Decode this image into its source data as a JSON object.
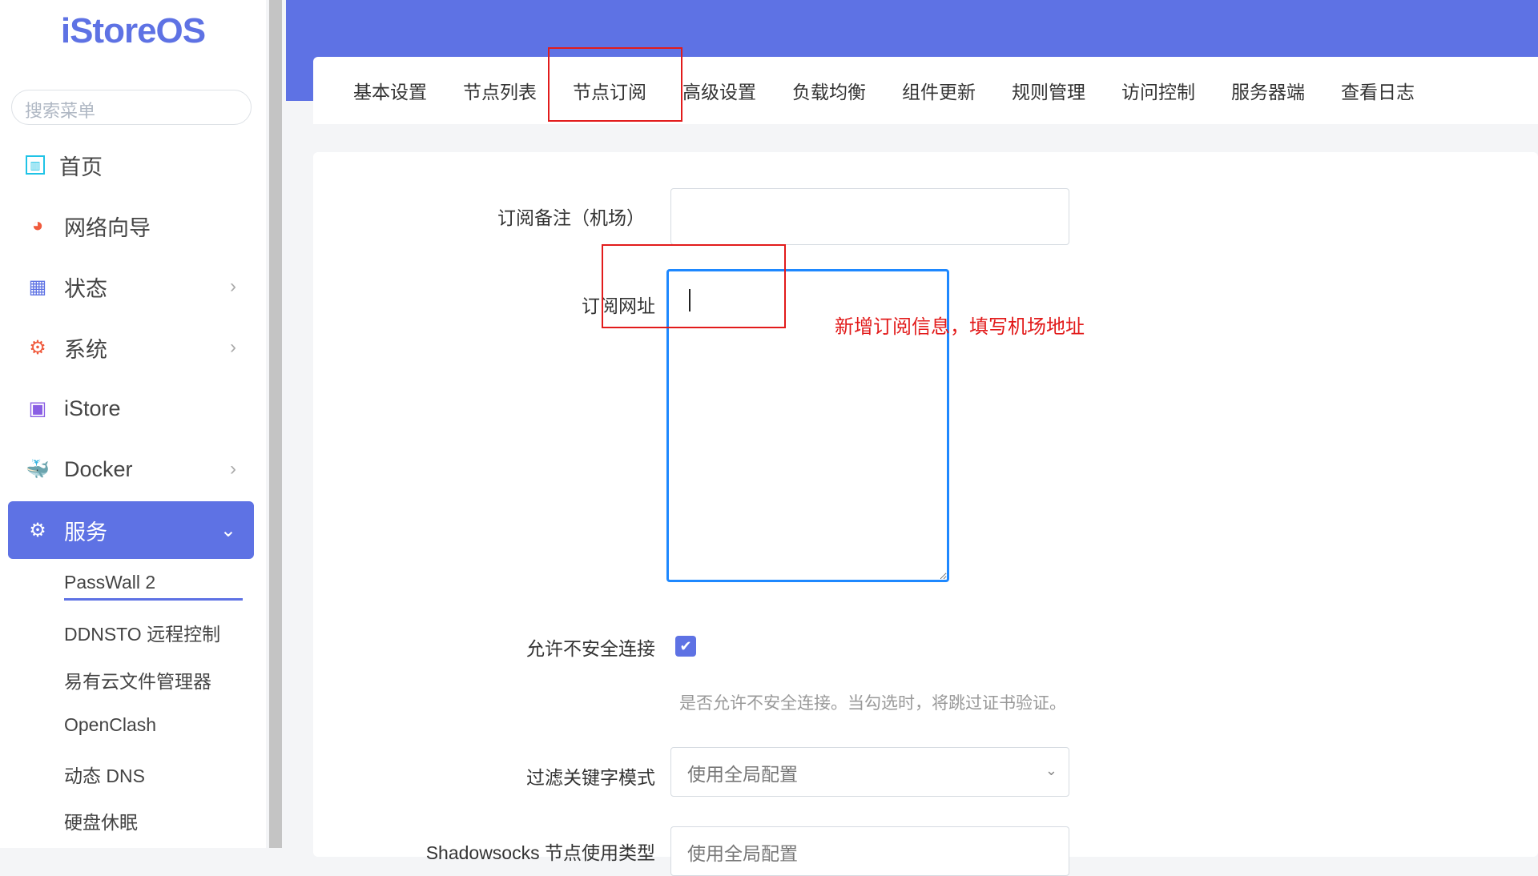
{
  "brand": "iStoreOS",
  "sidebar": {
    "search_placeholder": "搜索菜单",
    "items": [
      {
        "label": "首页",
        "icon": "dashboard-icon"
      },
      {
        "label": "网络向导",
        "icon": "globe-icon"
      },
      {
        "label": "状态",
        "icon": "grid-icon"
      },
      {
        "label": "系统",
        "icon": "gear-icon"
      },
      {
        "label": "iStore",
        "icon": "bag-icon"
      },
      {
        "label": "Docker",
        "icon": "docker-icon"
      },
      {
        "label": "服务",
        "icon": "gears-icon"
      }
    ],
    "sub_items": [
      "PassWall 2",
      "DDNSTO 远程控制",
      "易有云文件管理器",
      "OpenClash",
      "动态 DNS",
      "硬盘休眠"
    ]
  },
  "tabs": [
    "基本设置",
    "节点列表",
    "节点订阅",
    "高级设置",
    "负载均衡",
    "组件更新",
    "规则管理",
    "访问控制",
    "服务器端",
    "查看日志"
  ],
  "form": {
    "remark_label": "订阅备注（机场）",
    "remark_value": "",
    "url_label": "订阅网址",
    "url_value": "",
    "insecure_label": "允许不安全连接",
    "insecure_checked": true,
    "insecure_help": "是否允许不安全连接。当勾选时，将跳过证书验证。",
    "filter_label": "过滤关键字模式",
    "filter_value": "使用全局配置",
    "ss_label": "Shadowsocks 节点使用类型",
    "ss_value": "使用全局配置"
  },
  "annotation": "新增订阅信息，填写机场地址",
  "colors": {
    "accent": "#5e72e4",
    "annotation": "#e21b1b"
  }
}
